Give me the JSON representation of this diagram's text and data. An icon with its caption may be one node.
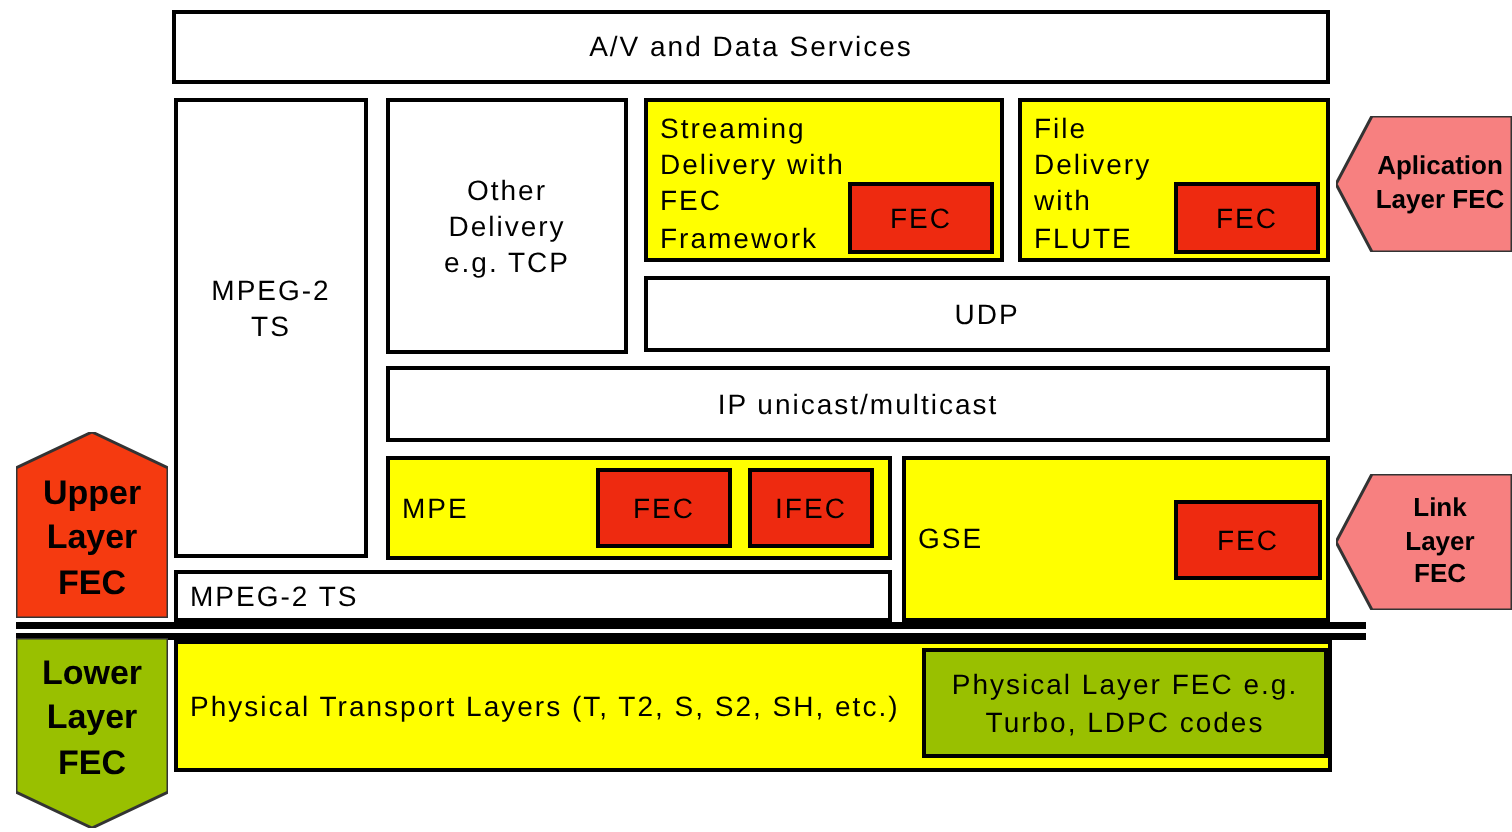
{
  "diagram": {
    "nodes": [
      {
        "text": [
          "A/V and Data Services"
        ]
      },
      {
        "text": [
          "MPEG-2 TS"
        ]
      },
      {
        "text": [
          "Other Delivery e.g. TCP"
        ]
      },
      {
        "text": [
          "Streaming Delivery with FEC Framework"
        ]
      },
      {
        "text": [
          "FEC"
        ],
        "in": 3
      },
      {
        "text": [
          "File Delivery with FLUTE"
        ]
      },
      {
        "text": [
          "FEC"
        ],
        "in": 5
      },
      {
        "text": [
          "Aplication Layer FEC"
        ]
      },
      {
        "text": [
          "UDP"
        ]
      },
      {
        "text": [
          "IP unicast/multicast"
        ]
      },
      {
        "text": [
          "MPE"
        ]
      },
      {
        "text": [
          "FEC"
        ],
        "in": 10
      },
      {
        "text": [
          "IFEC"
        ],
        "in": 10
      },
      {
        "text": [
          "GSE"
        ]
      },
      {
        "text": [
          "FEC"
        ],
        "in": 13
      },
      {
        "text": [
          "Link Layer FEC"
        ]
      },
      {
        "text": [
          "Upper Layer FEC"
        ]
      },
      {
        "text": [
          "MPEG-2 TS"
        ]
      },
      {
        "text": [
          "Physical Transport Layers (T, T2, S, S2, SH, etc.)"
        ]
      },
      {
        "text": [
          "Physical Layer FEC e.g. Turbo, LDPC codes"
        ],
        "in": 18
      },
      {
        "text": [
          "Lower Layer FEC"
        ]
      }
    ]
  }
}
